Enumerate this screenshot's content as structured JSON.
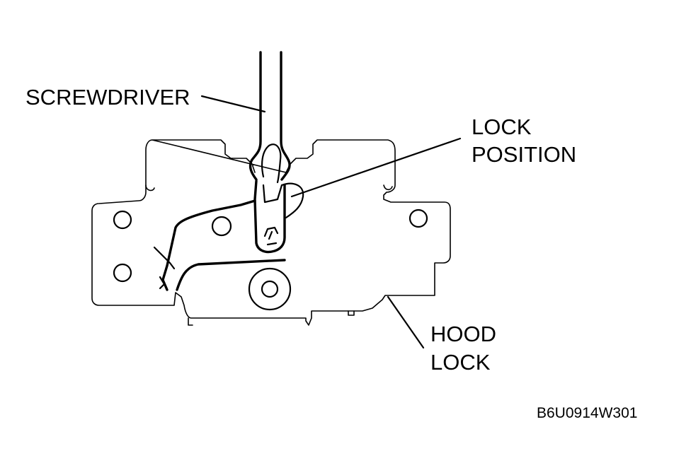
{
  "labels": {
    "screwdriver": "SCREWDRIVER",
    "lock_position_line1": "LOCK",
    "lock_position_line2": "POSITION",
    "hood_lock_line1": "HOOD",
    "hood_lock_line2": "LOCK"
  },
  "figure_code": "B6U0914W301"
}
